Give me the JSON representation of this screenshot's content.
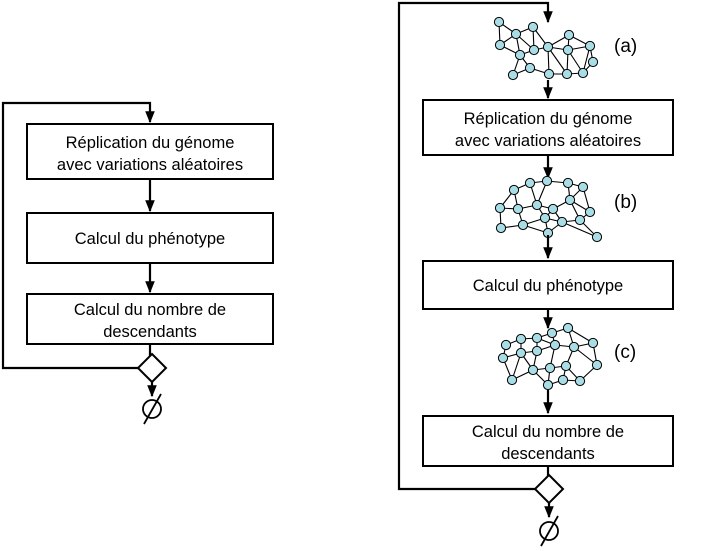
{
  "left": {
    "box1": {
      "line1": "Réplication du génome",
      "line2": "avec variations aléatoires"
    },
    "box2": "Calcul du phénotype",
    "box3": {
      "line1": "Calcul du nombre de",
      "line2": "descendants"
    }
  },
  "right": {
    "box1": {
      "line1": "Réplication du génome",
      "line2": "avec variations aléatoires"
    },
    "box2": "Calcul du phénotype",
    "box3": {
      "line1": "Calcul du nombre de",
      "line2": "descendants"
    },
    "tag_a": "(a)",
    "tag_b": "(b)",
    "tag_c": "(c)"
  },
  "colors": {
    "node_fill": "#a9dde6",
    "stroke": "#000000"
  }
}
